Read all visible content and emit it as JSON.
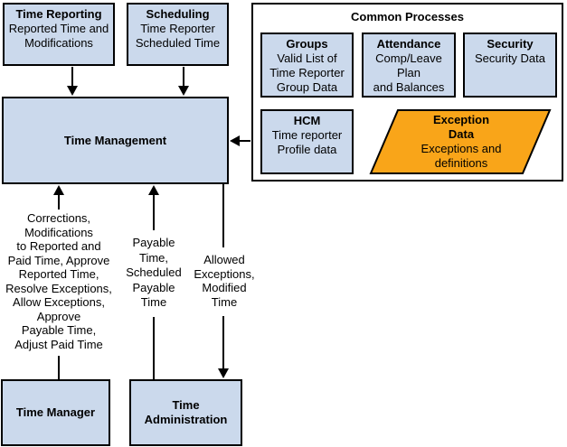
{
  "diagram": {
    "common_processes": {
      "title": "Common Processes"
    },
    "boxes": {
      "time_reporting": {
        "title": "Time Reporting",
        "body": "Reported Time and\nModifications"
      },
      "scheduling": {
        "title": "Scheduling",
        "body": "Time Reporter\nScheduled Time"
      },
      "groups": {
        "title": "Groups",
        "body": "Valid List of\nTime Reporter\nGroup Data"
      },
      "attendance": {
        "title": "Attendance",
        "body": "Comp/Leave\nPlan\nand Balances"
      },
      "security": {
        "title": "Security",
        "body": "Security Data"
      },
      "hcm": {
        "title": "HCM",
        "body": "Time reporter\nProfile data"
      },
      "exception_data": {
        "title": "Exception\nData",
        "body": "Exceptions and\ndefinitions"
      },
      "time_management": {
        "title": "Time Management"
      },
      "time_manager": {
        "title": "Time Manager"
      },
      "time_administration": {
        "title": "Time\nAdministration"
      }
    },
    "edge_labels": {
      "time_manager_to_time_management": "Corrections,\nModifications\nto Reported and\nPaid Time, Approve\nReported Time,\nResolve Exceptions,\nAllow Exceptions,\nApprove\nPayable Time,\nAdjust Paid Time",
      "time_administration_to_time_management": "Payable\nTime,\nScheduled\nPayable\nTime",
      "time_management_to_time_administration": "Allowed\nExceptions,\nModified\nTime"
    },
    "colors": {
      "box_fill": "#CBD9EC",
      "exception_fill": "#F9A519",
      "border": "#000000",
      "background": "#FFFFFF"
    }
  }
}
